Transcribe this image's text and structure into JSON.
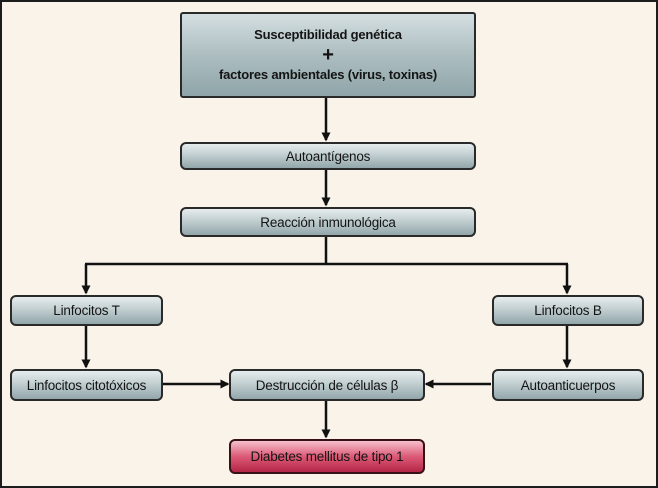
{
  "diagram": {
    "top_box": {
      "line1": "Susceptibilidad genética",
      "plus": "+",
      "line2": "factores ambientales (virus, toxinas)"
    },
    "autoantigenos": "Autoantígenos",
    "reaccion": "Reacción inmunológica",
    "linfocitos_t": "Linfocitos T",
    "linfocitos_b": "Linfocitos B",
    "citotoxicos": "Linfocitos citotóxicos",
    "destruccion": "Destrucción de células β",
    "autoanticuerpos": "Autoanticuerpos",
    "diabetes": "Diabetes mellitus de tipo 1"
  },
  "colors": {
    "box_fill": "#c6d2d4",
    "result_fill": "#dc5a77",
    "background": "#faf3ea",
    "line": "#111111"
  }
}
